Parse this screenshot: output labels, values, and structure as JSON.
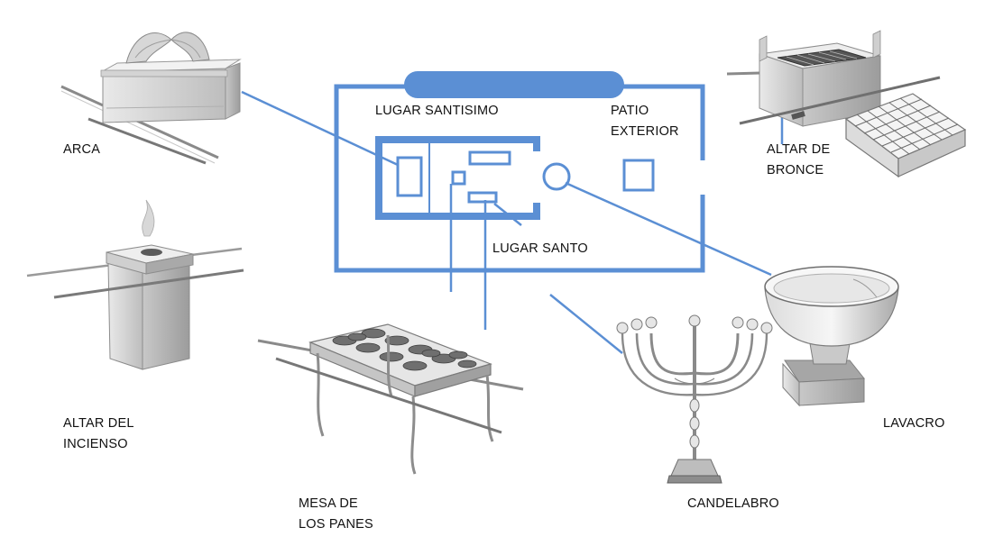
{
  "colors": {
    "diagram_blue": "#5b8fd4",
    "label_text": "#111111",
    "metal_gray": "#9a9a9a"
  },
  "plan": {
    "lugar_santisimo": "LUGAR SANTISIMO",
    "patio_exterior": [
      "PATIO",
      "EXTERIOR"
    ],
    "lugar_santo": "LUGAR SANTO"
  },
  "furniture": {
    "arca": "ARCA",
    "altar_bronce": [
      "ALTAR DE",
      "BRONCE"
    ],
    "altar_incienso": [
      "ALTAR DEL",
      "INCIENSO"
    ],
    "mesa_panes": [
      "MESA DE",
      "LOS PANES"
    ],
    "candelabro": "CANDELABRO",
    "lavacro": "LAVACRO"
  },
  "icons": [
    "ark-icon",
    "bronze-altar-icon",
    "grate-icon",
    "incense-altar-icon",
    "showbread-table-icon",
    "menorah-icon",
    "laver-icon"
  ]
}
